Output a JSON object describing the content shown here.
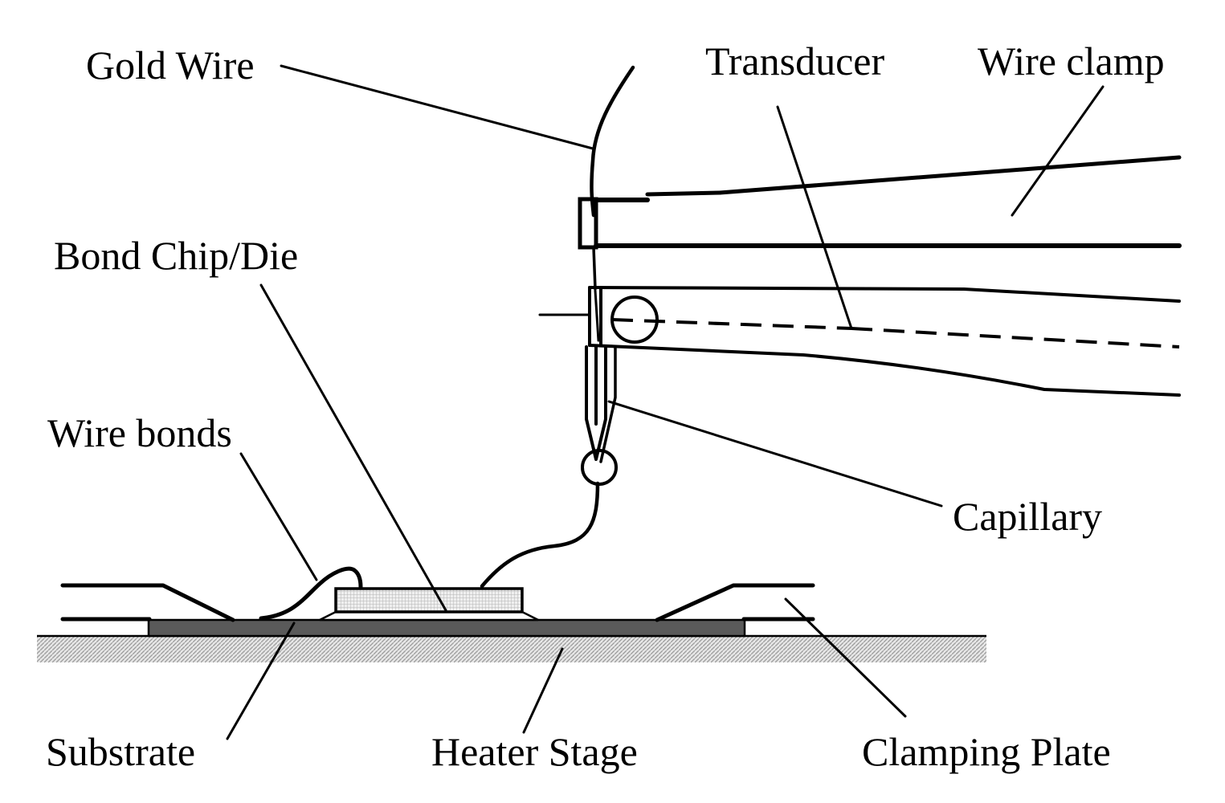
{
  "labels": {
    "gold_wire": "Gold Wire",
    "transducer": "Transducer",
    "wire_clamp": "Wire clamp",
    "bond_chip_die": "Bond Chip/Die",
    "wire_bonds": "Wire bonds",
    "capillary": "Capillary",
    "substrate": "Substrate",
    "heater_stage": "Heater Stage",
    "clamping_plate": "Clamping Plate"
  },
  "colors": {
    "ink": "#000000",
    "background": "#ffffff",
    "heater_hatch": "#b0b0b0",
    "chip_fill": "#d8d8d8",
    "substrate_fill": "#5a5a5a"
  }
}
